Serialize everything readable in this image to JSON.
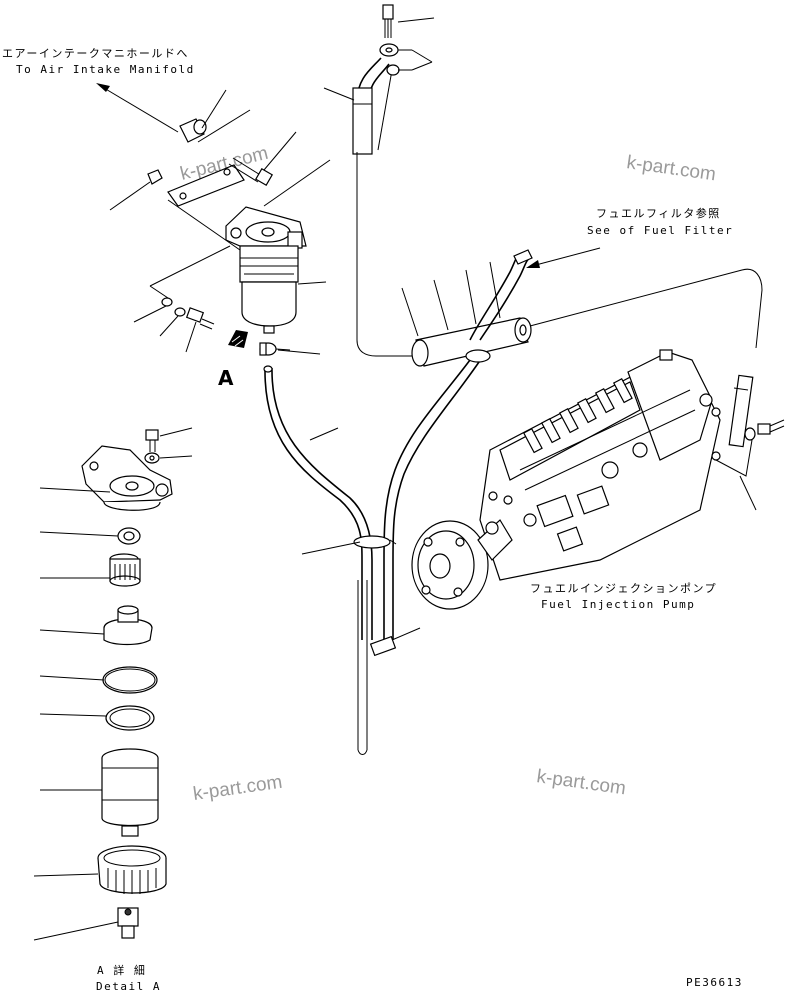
{
  "labels": {
    "air_intake_jp": "エアーインテークマニホールドへ",
    "air_intake_en": "To Air Intake Manifold",
    "fuel_filter_jp": "フュエルフィルタ参照",
    "fuel_filter_en": "See of Fuel Filter",
    "injection_pump_jp": "フュエルインジェクションポンプ",
    "injection_pump_en": "Fuel Injection Pump",
    "view_marker": "A",
    "detail_jp": "A 詳 細",
    "detail_en": "Detail A",
    "drawing_number": "PE36613"
  },
  "watermarks": [
    "k-part.com",
    "k-part.com",
    "k-part.com",
    "k-part.com"
  ]
}
